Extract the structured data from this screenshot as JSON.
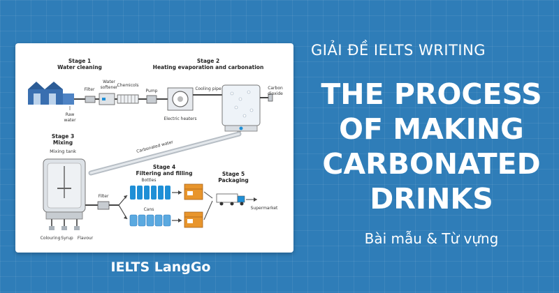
{
  "header": {
    "kicker": "GIẢI ĐỀ IELTS WRITING",
    "title_lines": [
      "THE PROCESS",
      "OF MAKING",
      "CARBONATED",
      "DRINKS"
    ],
    "subtitle": "Bài mẫu & Từ vựng",
    "brand": "IELTS LangGo"
  },
  "diagram": {
    "stage1": {
      "label": "Stage 1",
      "name": "Water cleaning"
    },
    "stage2": {
      "label": "Stage 2",
      "name": "Heating evaporation and carbonation"
    },
    "stage3": {
      "label": "Stage 3",
      "name": "Mixing",
      "tank": "Mixing tank"
    },
    "stage4": {
      "label": "Stage 4",
      "name": "Filtering and filling"
    },
    "stage5": {
      "label": "Stage 5",
      "name": "Packaging"
    },
    "labels": {
      "filter": "Filter",
      "water": "Water",
      "softener": "softener",
      "chemicals": "Chemicols",
      "pump": "Pump",
      "cooling_pipe": "Cooling pipe",
      "carbon": "Carbon",
      "dioxide": "dioxide",
      "raw": "Raw",
      "raw_water": "water",
      "electric_heaters": "Electric heaters",
      "carbonated_water": "Carbonated water",
      "filter2": "Filter",
      "bottles": "Bottles",
      "cans": "Cans",
      "supermarket": "Supermarket",
      "colouring": "Colouring",
      "syrup": "Syrup",
      "flavour": "Flavour"
    }
  },
  "colors": {
    "background": "#2f7db8",
    "accent_blue": "#1f8fd6",
    "box_orange": "#e8952c",
    "machine_grey": "#9ba3ab"
  }
}
